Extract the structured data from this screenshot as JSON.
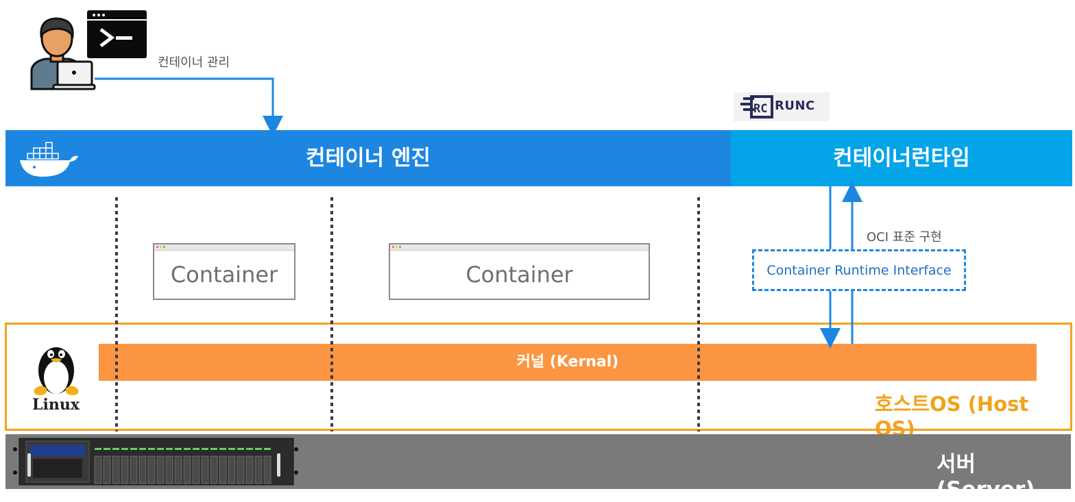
{
  "labels": {
    "manage": "컨테이너 관리",
    "engine": "컨테이너 엔진",
    "runtime": "컨테이너런타임",
    "runc": "RUNC",
    "container1": "Container",
    "container2": "Container",
    "oci": "OCI 표준 구현",
    "cri": "Container Runtime Interface",
    "kernel": "커널 (Kernal)",
    "host_os": "호스트OS (Host OS)",
    "linux": "Linux",
    "server": "서버 (Server)"
  },
  "colors": {
    "engine_bar": "#1d86e0",
    "runtime_bar": "#03a4e8",
    "kernel_bar": "#fb9541",
    "host_os": "#f2a21c",
    "server_bar": "#7a7a7a",
    "arrow": "#1d86e0"
  },
  "icons": {
    "user": "developer-with-laptop-icon",
    "terminal": "terminal-icon",
    "docker": "docker-whale-icon",
    "runc": "runc-logo-icon",
    "linux": "tux-penguin-icon",
    "server": "rack-server-icon"
  }
}
